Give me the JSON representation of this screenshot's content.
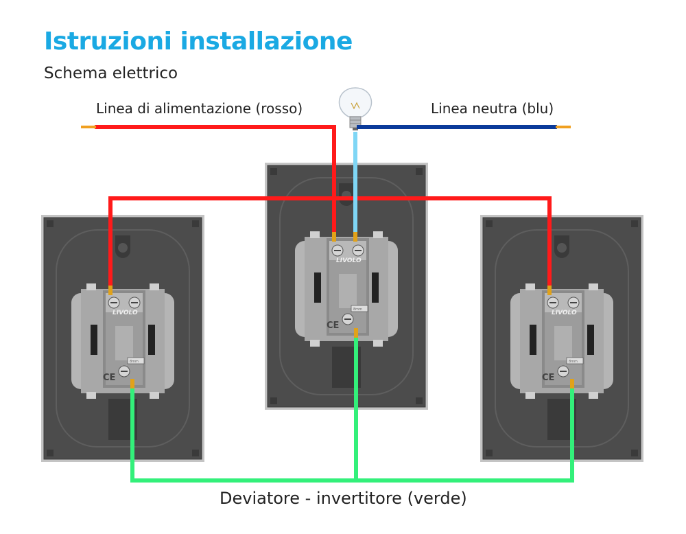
{
  "header": {
    "title": "Istruzioni installazione",
    "subtitle": "Schema elettrico"
  },
  "wires": {
    "live_label": "Linea di alimentazione (rosso)",
    "neutral_label": "Linea neutra (blu)",
    "traveller_label": "Deviatore - invertitore (verde)"
  },
  "switch": {
    "brand": "LIVOLO",
    "ce": "CE",
    "size_note": "8mm"
  },
  "colors": {
    "title": "#1aa9e3",
    "live": "#ff1a1a",
    "neutral": "#0a3a9a",
    "lamp_wire": "#7fd6f5",
    "traveller": "#33f07a",
    "panel": "#4a4a4a",
    "frame": "#bdbdbd"
  }
}
